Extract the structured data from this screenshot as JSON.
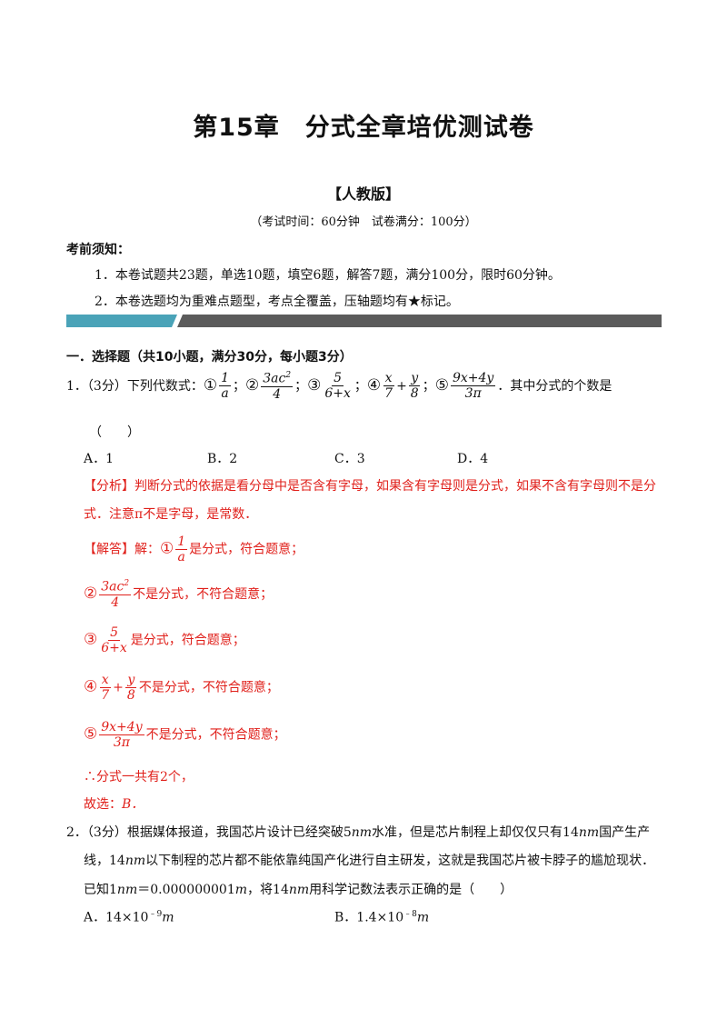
{
  "header": {
    "title": "第15章　分式全章培优测试卷",
    "edition": "【人教版】",
    "exam_info": "（考试时间：60分钟　试卷满分：100分）"
  },
  "notice": {
    "title": "考前须知：",
    "items": [
      "1．本卷试题共23题，单选10题，填空6题，解答7题，满分100分，限时60分钟。",
      "2．本卷选题均为重难点题型，考点全覆盖，压轴题均有★标记。"
    ]
  },
  "colors": {
    "bar_teal": "#4aa3b8",
    "bar_gray": "#5b5b5b",
    "answer_red": "#e0201b"
  },
  "section1": {
    "title": "一．选择题（共10小题，满分30分，每小题3分）"
  },
  "q1": {
    "prefix": "1．（3分）下列代数式：",
    "expr1_c": "①",
    "expr1_n": "1",
    "expr1_d": "a",
    "sep1": "；",
    "expr2_c": "②",
    "expr2_n": "3ac",
    "expr2_sup": "2",
    "expr2_d": "4",
    "sep2": "；",
    "expr3_c": "③",
    "expr3_n": "5",
    "expr3_d": "6+x",
    "sep3": "；",
    "expr4_c": "④",
    "expr4_n1": "x",
    "expr4_d1": "7",
    "expr4_plus": "+",
    "expr4_n2": "y",
    "expr4_d2": "8",
    "sep4": "；",
    "expr5_c": "⑤",
    "expr5_n": "9x+4y",
    "expr5_d": "3π",
    "suffix": "．其中分式的个数是",
    "paren": "（　　）",
    "options": [
      "A．1",
      "B．2",
      "C．3",
      "D．4"
    ],
    "analysis_1": "【分析】判断分式的依据是看分母中是否含有字母，如果含有字母则是分式，如果不含有字母则不是分",
    "analysis_2": "式．注意π不是字母，是常数．",
    "solution_label": "【解答】解：",
    "s1_c": "①",
    "s1_n": "1",
    "s1_d": "a",
    "s1_text": "是分式，符合题意；",
    "s2_c": "②",
    "s2_n": "3ac",
    "s2_sup": "2",
    "s2_d": "4",
    "s2_text": "不是分式，不符合题意；",
    "s3_c": "③",
    "s3_n": "5",
    "s3_d": "6+x",
    "s3_text": "是分式，符合题意；",
    "s4_c": "④",
    "s4_n1": "x",
    "s4_d1": "7",
    "s4_plus": "+",
    "s4_n2": "y",
    "s4_d2": "8",
    "s4_text": "不是分式，不符合题意；",
    "s5_c": "⑤",
    "s5_n": "9x+4y",
    "s5_d": "3π",
    "s5_text": "不是分式，不符合题意；",
    "conclusion": "∴分式一共有2个，",
    "choice_label": "故选：",
    "choice": "B．"
  },
  "q2": {
    "line1_a": "2．（3分）根据媒体报道，我国芯片设计已经突破5",
    "nm": "nm",
    "line1_b": "水准，但是芯片制程上却仅仅只有14",
    "line1_c": "国产生产",
    "line2_a": "线，14",
    "line2_b": "以下制程的芯片都不能依靠纯国产化进行自主研发，这就是我国芯片被卡脖子的尴尬现状．",
    "line3_a": "已知1",
    "line3_b": "＝0.000000001",
    "m": "m",
    "line3_c": "，将14",
    "line3_d": "用科学记数法表示正确的是（　　）",
    "optA": "A．14×10",
    "optA_exp": "﹣9",
    "optB": "B．1.4×10",
    "optB_exp": "﹣8"
  }
}
